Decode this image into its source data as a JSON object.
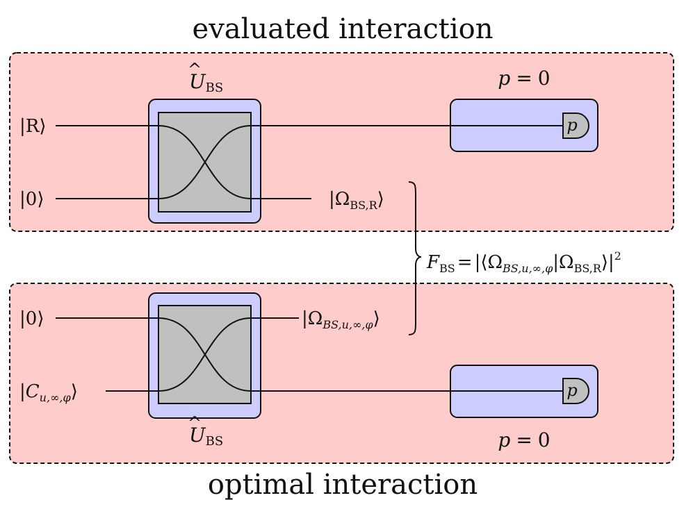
{
  "titles": {
    "top": "evaluated interaction",
    "bottom": "optimal interaction"
  },
  "top": {
    "input_1": {
      "open": "|",
      "body": "R",
      "close": "⟩"
    },
    "input_2": {
      "open": "|",
      "body": "0",
      "close": "⟩"
    },
    "unitary": {
      "symbol": "U",
      "hat": "^",
      "sub": "BS"
    },
    "detector_param": {
      "var": "p",
      "op": "=",
      "val": "0"
    },
    "detector_glyph": "p",
    "output": {
      "open": "|Ω",
      "sub": "BS,R",
      "close": "⟩"
    }
  },
  "bottom": {
    "input_1": {
      "open": "|",
      "body": "0",
      "close": "⟩"
    },
    "input_2": {
      "open": "|",
      "body": "C",
      "sub": "u,∞,φ",
      "close": "⟩"
    },
    "unitary": {
      "symbol": "U",
      "hat": "^",
      "sub": "BS"
    },
    "detector_param": {
      "var": "p",
      "op": "=",
      "val": "0"
    },
    "detector_glyph": "p",
    "output": {
      "open": "|Ω",
      "sub": "BS,u,∞,φ",
      "close": "⟩"
    }
  },
  "fidelity": {
    "F": "F",
    "F_sub": "BS",
    "eq": "=",
    "lhs": "|⟨Ω",
    "sub1": "BS,u,∞,φ",
    "mid": "|Ω",
    "sub2": "BS,R",
    "rhs": "⟩|",
    "exp": "2"
  },
  "colors": {
    "panel_fill": "#ffcccc",
    "block_fill": "#ccccff",
    "gate_fill": "#c0c0c0",
    "stroke": "#111111"
  }
}
